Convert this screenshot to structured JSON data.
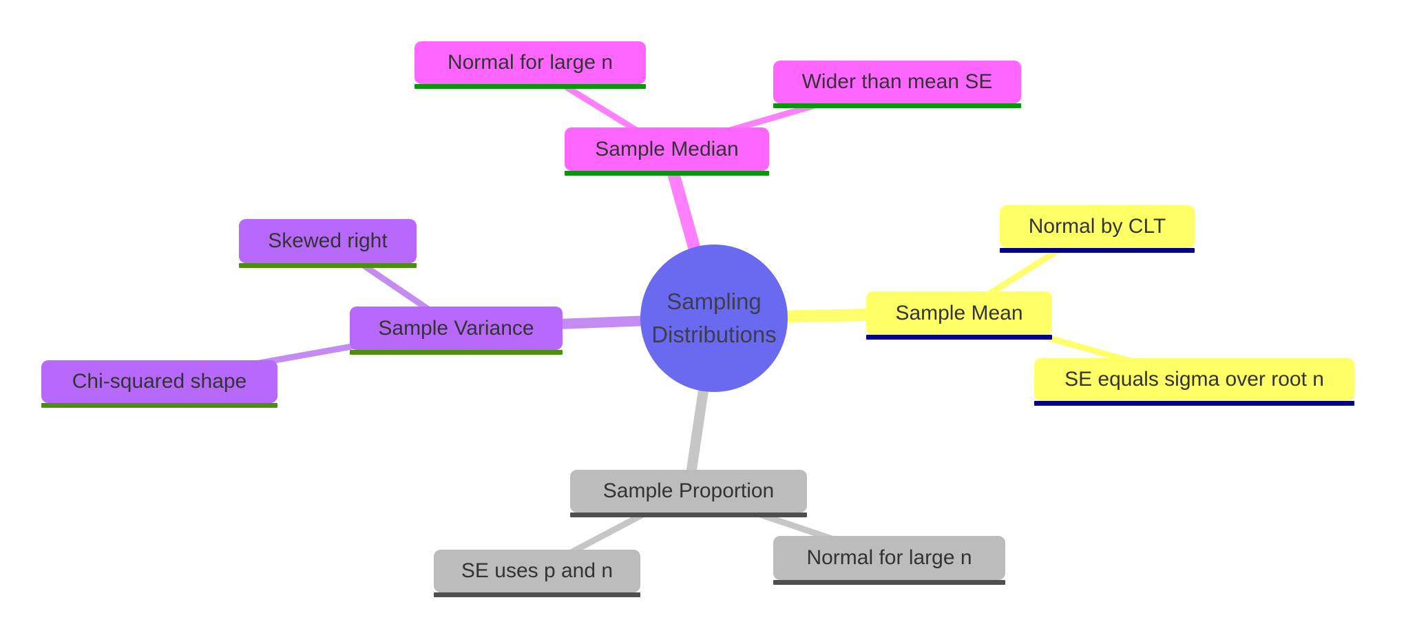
{
  "background_color": "#ffffff",
  "center": {
    "label_line1": "Sampling",
    "label_line2": "Distributions",
    "fill": "#6a6af0",
    "text_color": "#3d3d4d"
  },
  "branches": [
    {
      "id": "sample-median",
      "label": "Sample Median",
      "fill": "#ff66ff",
      "link_color": "#ff80ff",
      "underline_color": "#0a960a",
      "children": [
        {
          "label": "Normal for large n"
        },
        {
          "label": "Wider than mean SE"
        }
      ]
    },
    {
      "id": "sample-mean",
      "label": "Sample Mean",
      "fill": "#ffff66",
      "link_color": "#ffff6e",
      "underline_color": "#00008b",
      "children": [
        {
          "label": "Normal by CLT"
        },
        {
          "label": "SE equals sigma over root n"
        }
      ]
    },
    {
      "id": "sample-variance",
      "label": "Sample Variance",
      "fill": "#b669fa",
      "link_color": "#c48bf2",
      "underline_color": "#4e8e0e",
      "children": [
        {
          "label": "Skewed right"
        },
        {
          "label": "Chi-squared shape"
        }
      ]
    },
    {
      "id": "sample-proportion",
      "label": "Sample Proportion",
      "fill": "#bcbcbc",
      "link_color": "#c6c6c6",
      "underline_color": "#4f4f4f",
      "children": [
        {
          "label": "SE uses p and n"
        },
        {
          "label": "Normal for large n"
        }
      ]
    }
  ]
}
